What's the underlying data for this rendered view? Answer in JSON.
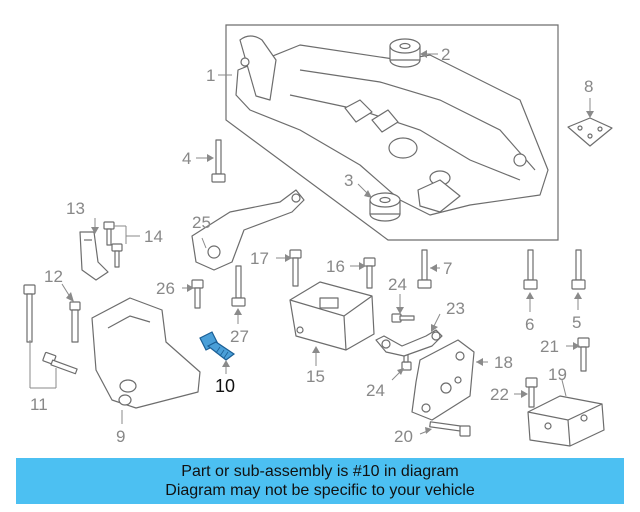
{
  "diagram": {
    "callouts": [
      "1",
      "2",
      "3",
      "4",
      "5",
      "6",
      "7",
      "8",
      "9",
      "10",
      "11",
      "12",
      "13",
      "14",
      "15",
      "16",
      "17",
      "18",
      "19",
      "20",
      "21",
      "22",
      "23",
      "24",
      "24",
      "25",
      "26",
      "27"
    ],
    "highlighted_callout": "10",
    "highlight_color": "#4a9fd8"
  },
  "banner": {
    "line1": "Part or sub-assembly is #10 in diagram",
    "line2": "Diagram may not be specific to your vehicle",
    "background": "#4cc0f2"
  }
}
